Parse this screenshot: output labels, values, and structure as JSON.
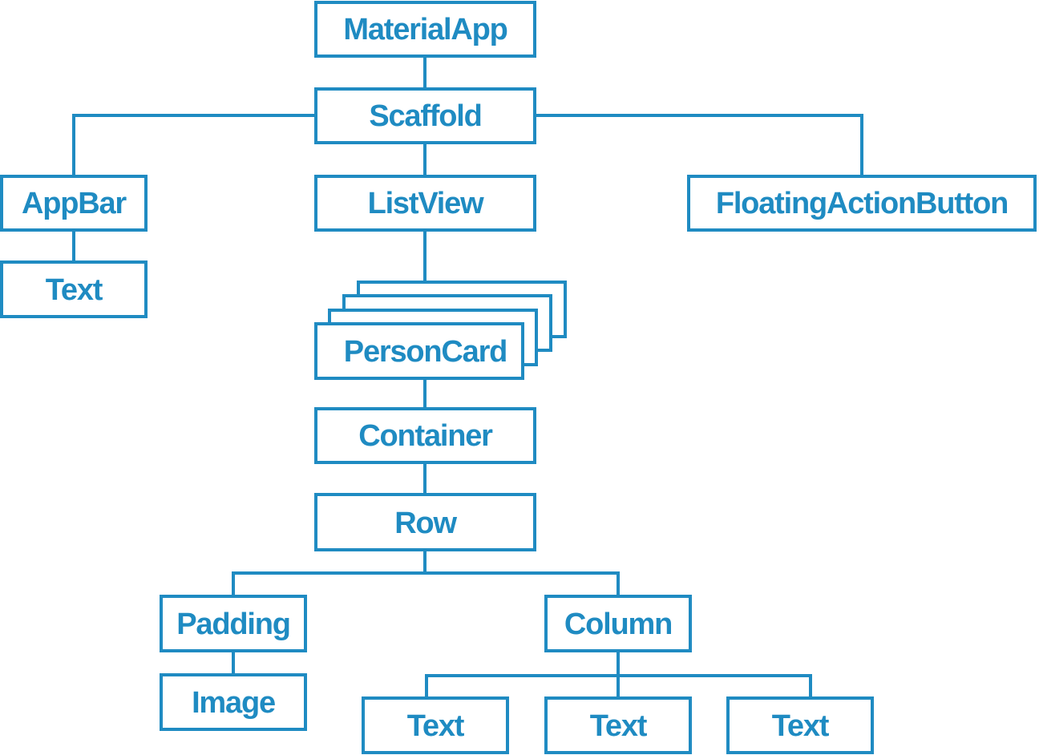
{
  "diagram": {
    "nodes": {
      "material_app": "MaterialApp",
      "scaffold": "Scaffold",
      "app_bar": "AppBar",
      "app_bar_text": "Text",
      "list_view": "ListView",
      "floating_action_button": "FloatingActionButton",
      "person_card": "PersonCard",
      "container": "Container",
      "row": "Row",
      "padding": "Padding",
      "image": "Image",
      "column": "Column",
      "column_text_1": "Text",
      "column_text_2": "Text",
      "column_text_3": "Text"
    }
  },
  "colors": {
    "stroke": "#1f8bc2",
    "text": "#1f8bc2",
    "background": "#ffffff"
  }
}
